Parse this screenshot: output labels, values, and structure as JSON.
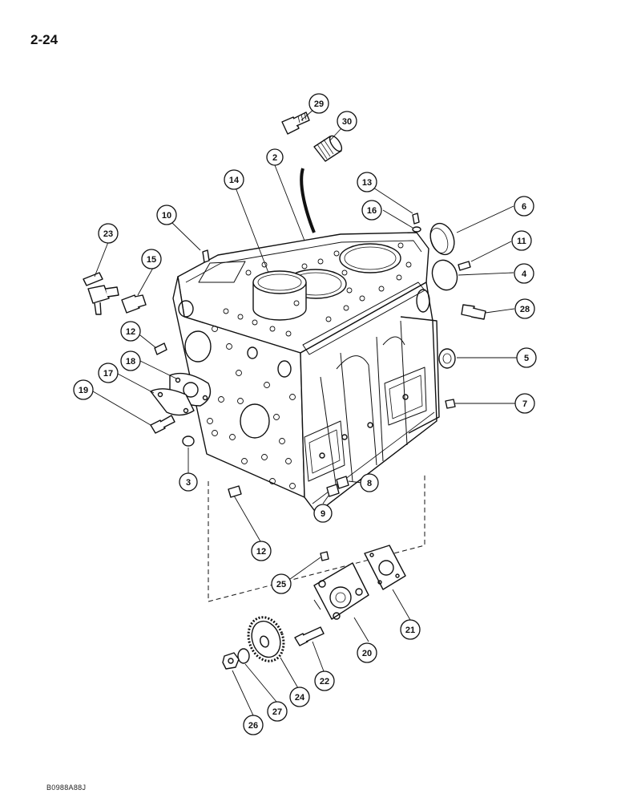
{
  "header": {
    "page_number": "2-24"
  },
  "footer": {
    "drawing_code": "B0988A88J"
  },
  "callouts": [
    "29",
    "30",
    "2",
    "14",
    "13",
    "16",
    "6",
    "10",
    "23",
    "15",
    "11",
    "4",
    "28",
    "12",
    "18",
    "17",
    "5",
    "19",
    "7",
    "3",
    "8",
    "9",
    "12",
    "25",
    "21",
    "20",
    "22",
    "24",
    "27",
    "26"
  ]
}
